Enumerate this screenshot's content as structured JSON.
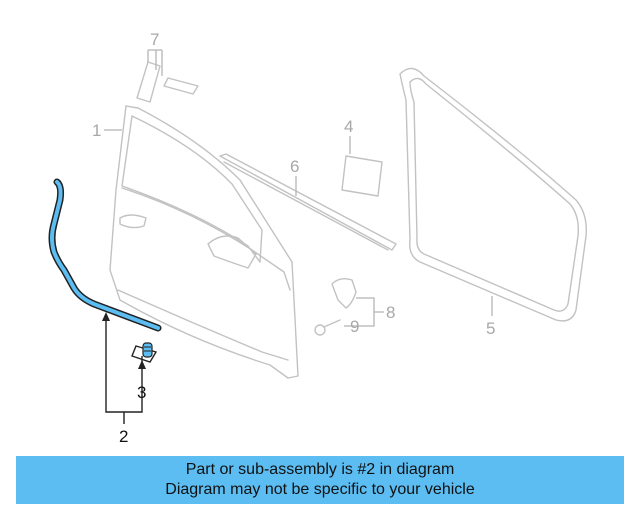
{
  "callouts": {
    "c1": "1",
    "c2": "2",
    "c3": "3",
    "c4": "4",
    "c5": "5",
    "c6": "6",
    "c7": "7",
    "c8": "8",
    "c9": "9"
  },
  "banner": {
    "line1": "Part or sub-assembly is #2 in diagram",
    "line2": "Diagram may not be specific to your vehicle"
  },
  "colors": {
    "highlight": "#5bbdf2",
    "ghost": "#c2c2c2",
    "ink": "#222222"
  }
}
